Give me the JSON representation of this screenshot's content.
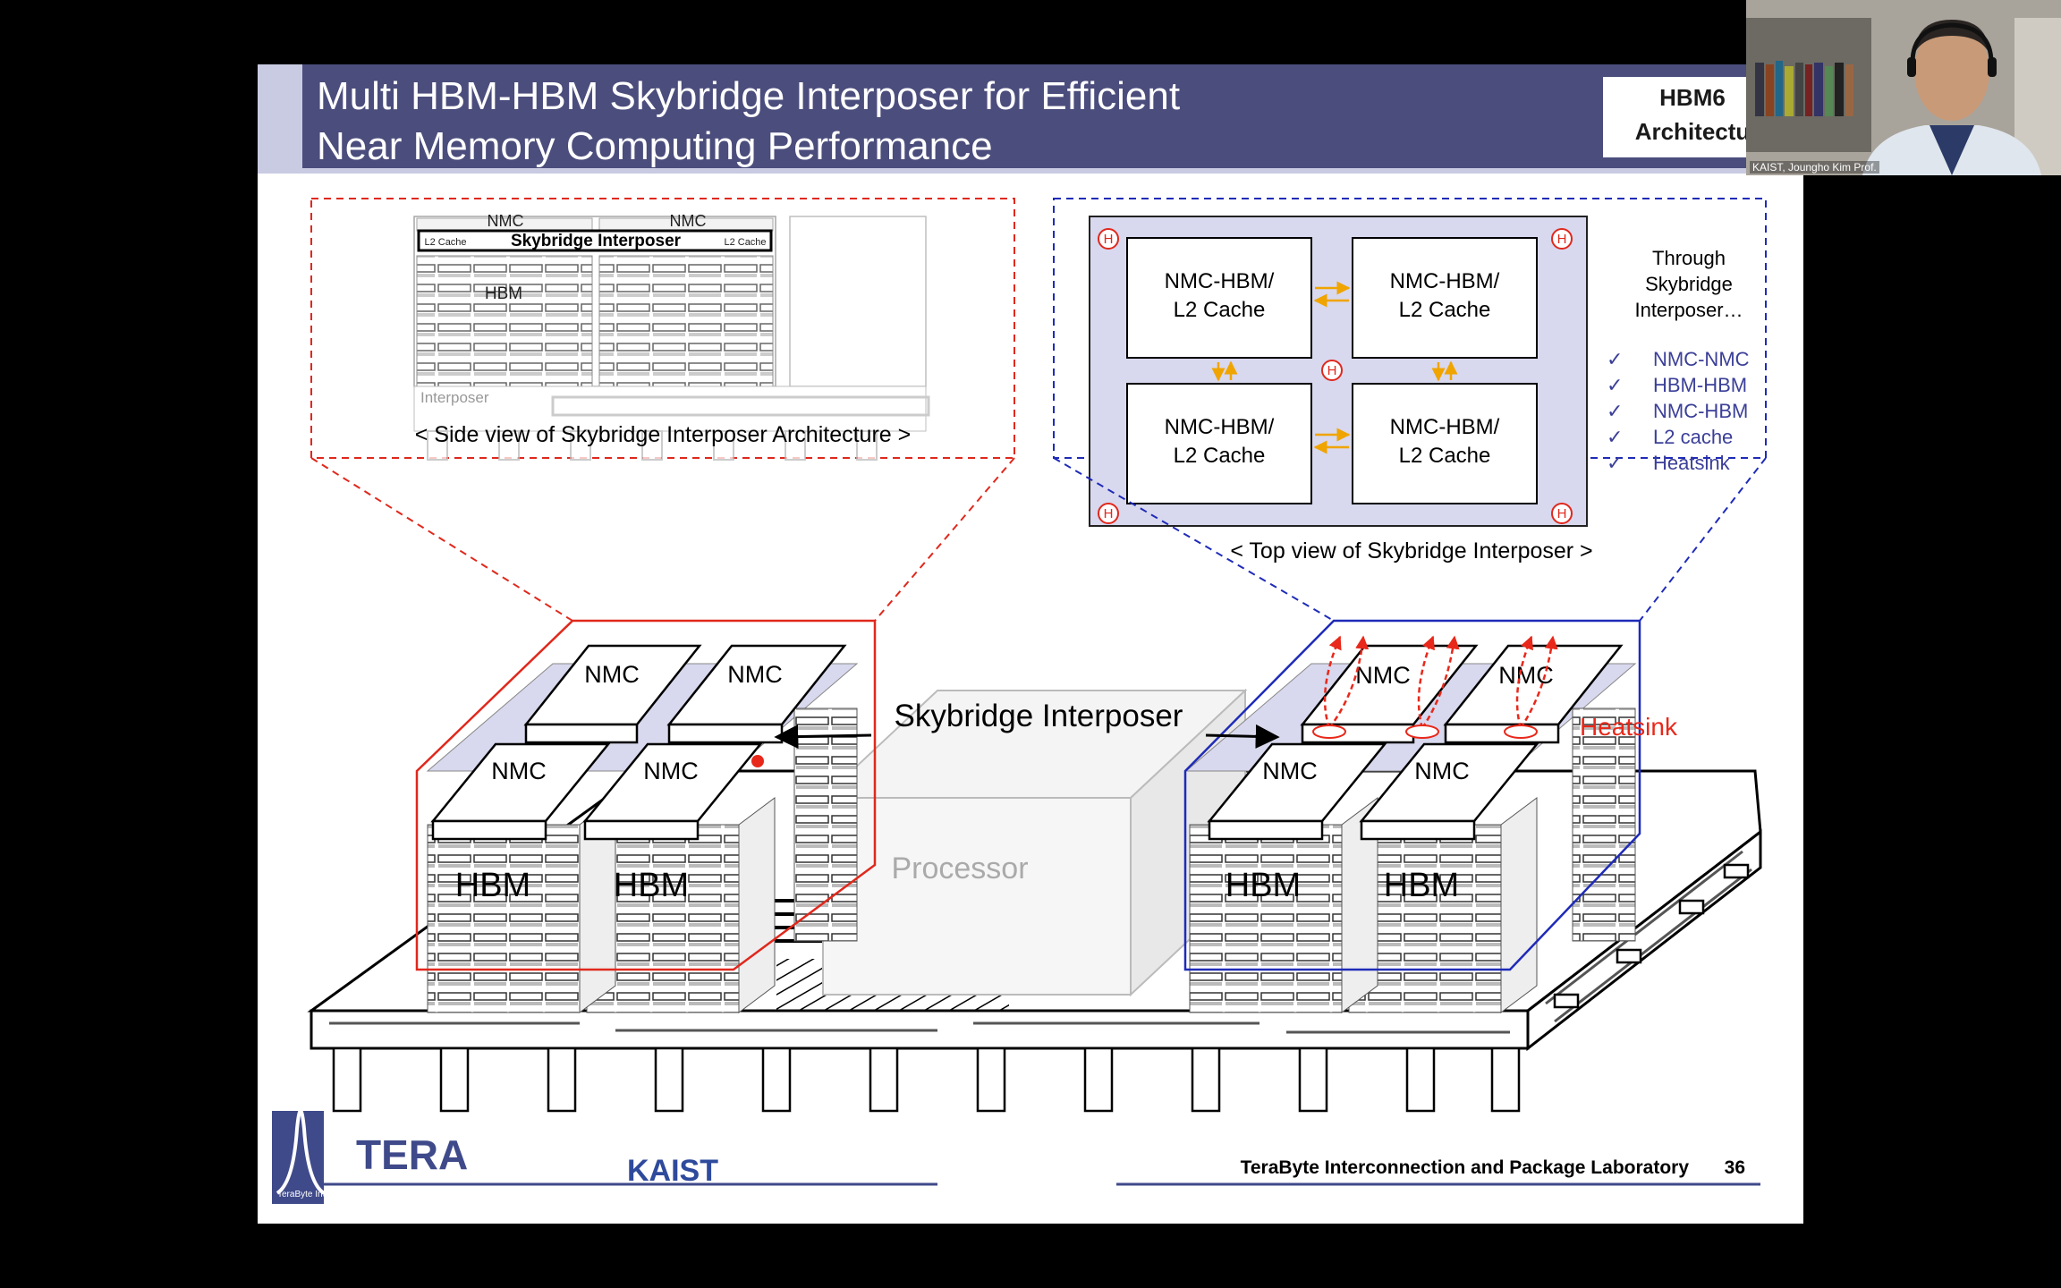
{
  "slide": {
    "title": "Multi HBM-HBM Skybridge Interposer for Efficient\nNear Memory Computing Performance",
    "badge": "HBM6\nArchitectu",
    "side_view": {
      "nmc_labels": [
        "NMC",
        "NMC"
      ],
      "l2_labels": [
        "L2 Cache",
        "L2 Cache"
      ],
      "skybridge": "Skybridge Interposer",
      "hbm": "HBM",
      "interposer": "Interposer",
      "caption": "< Side view of Skybridge Interposer Architecture >"
    },
    "top_view": {
      "blocks": [
        "NMC-HBM/\nL2 Cache",
        "NMC-HBM/\nL2 Cache",
        "NMC-HBM/\nL2 Cache",
        "NMC-HBM/\nL2 Cache"
      ],
      "heatsink_marker": "H",
      "through_label": "Through\nSkybridge\nInterposer…",
      "checklist": [
        "NMC-NMC",
        "HBM-HBM",
        "NMC-HBM",
        "L2 cache",
        "Heatsink"
      ],
      "check_mark": "✓",
      "caption": "< Top view of Skybridge Interposer >"
    },
    "diagram": {
      "nmc": "NMC",
      "hbm": "HBM",
      "skybridge": "Skybridge Interposer",
      "processor": "Processor",
      "heatsink": "Heatsink"
    },
    "footer": {
      "logo": "TERA",
      "logo_sub": "TeraByte Interconnection and Package Laboratory",
      "kaist": "KAIST",
      "lab": "TeraByte Interconnection and Package Laboratory",
      "page": "36"
    }
  },
  "webcam": {
    "label": "KAIST, Joungho Kim Prof."
  },
  "colors": {
    "title_bar": "#4b4d7c",
    "red_frame": "#e0281c",
    "blue_frame": "#1f2bb8",
    "interposer_fill": "#d8d8ee",
    "check_text": "#3b3f98",
    "heatsink_arrow": "#e8281a",
    "bg": "#000000"
  }
}
